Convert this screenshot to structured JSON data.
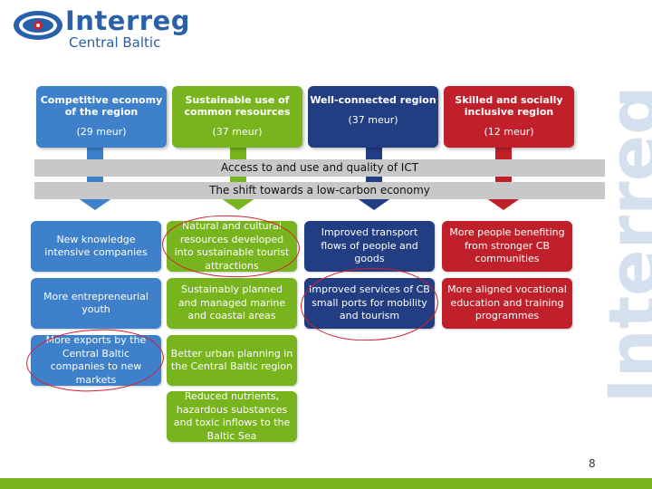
{
  "logo": {
    "name": "Interreg",
    "program": "Central Baltic",
    "watermark": "Interreg"
  },
  "colors": {
    "blue": "#3e80c9",
    "green": "#78b41e",
    "navy": "#223d82",
    "red": "#c0202a",
    "band": "#c8c8c8",
    "annotation": "#d2202f"
  },
  "priorities": [
    {
      "title": "Competitive economy of the region",
      "money": "(29 meur)"
    },
    {
      "title": "Sustainable use of common resources",
      "money": "(37 meur)"
    },
    {
      "title": "Well-connected region",
      "money": "(37 meur)"
    },
    {
      "title": "Skilled and socially inclusive region",
      "money": "(12 meur)"
    }
  ],
  "bands": [
    "Access to and use and quality of ICT",
    "The shift towards a low-carbon economy"
  ],
  "objectives": {
    "col1": [
      "New knowledge intensive companies",
      "More entrepreneurial youth",
      "More exports by the Central Baltic companies to new markets"
    ],
    "col2": [
      "Natural and cultural resources developed into sustainable tourist attractions",
      "Sustainably planned and managed marine and coastal areas",
      "Better urban planning in the Central Baltic region",
      "Reduced nutrients, hazardous substances and toxic inflows to the Baltic Sea"
    ],
    "col3": [
      "Improved transport flows of people and goods",
      "Improved services of CB small ports for mobility and tourism"
    ],
    "col4": [
      "More people benefiting from stronger CB communities",
      "More aligned vocational education and training programmes"
    ]
  },
  "page_number": "8"
}
